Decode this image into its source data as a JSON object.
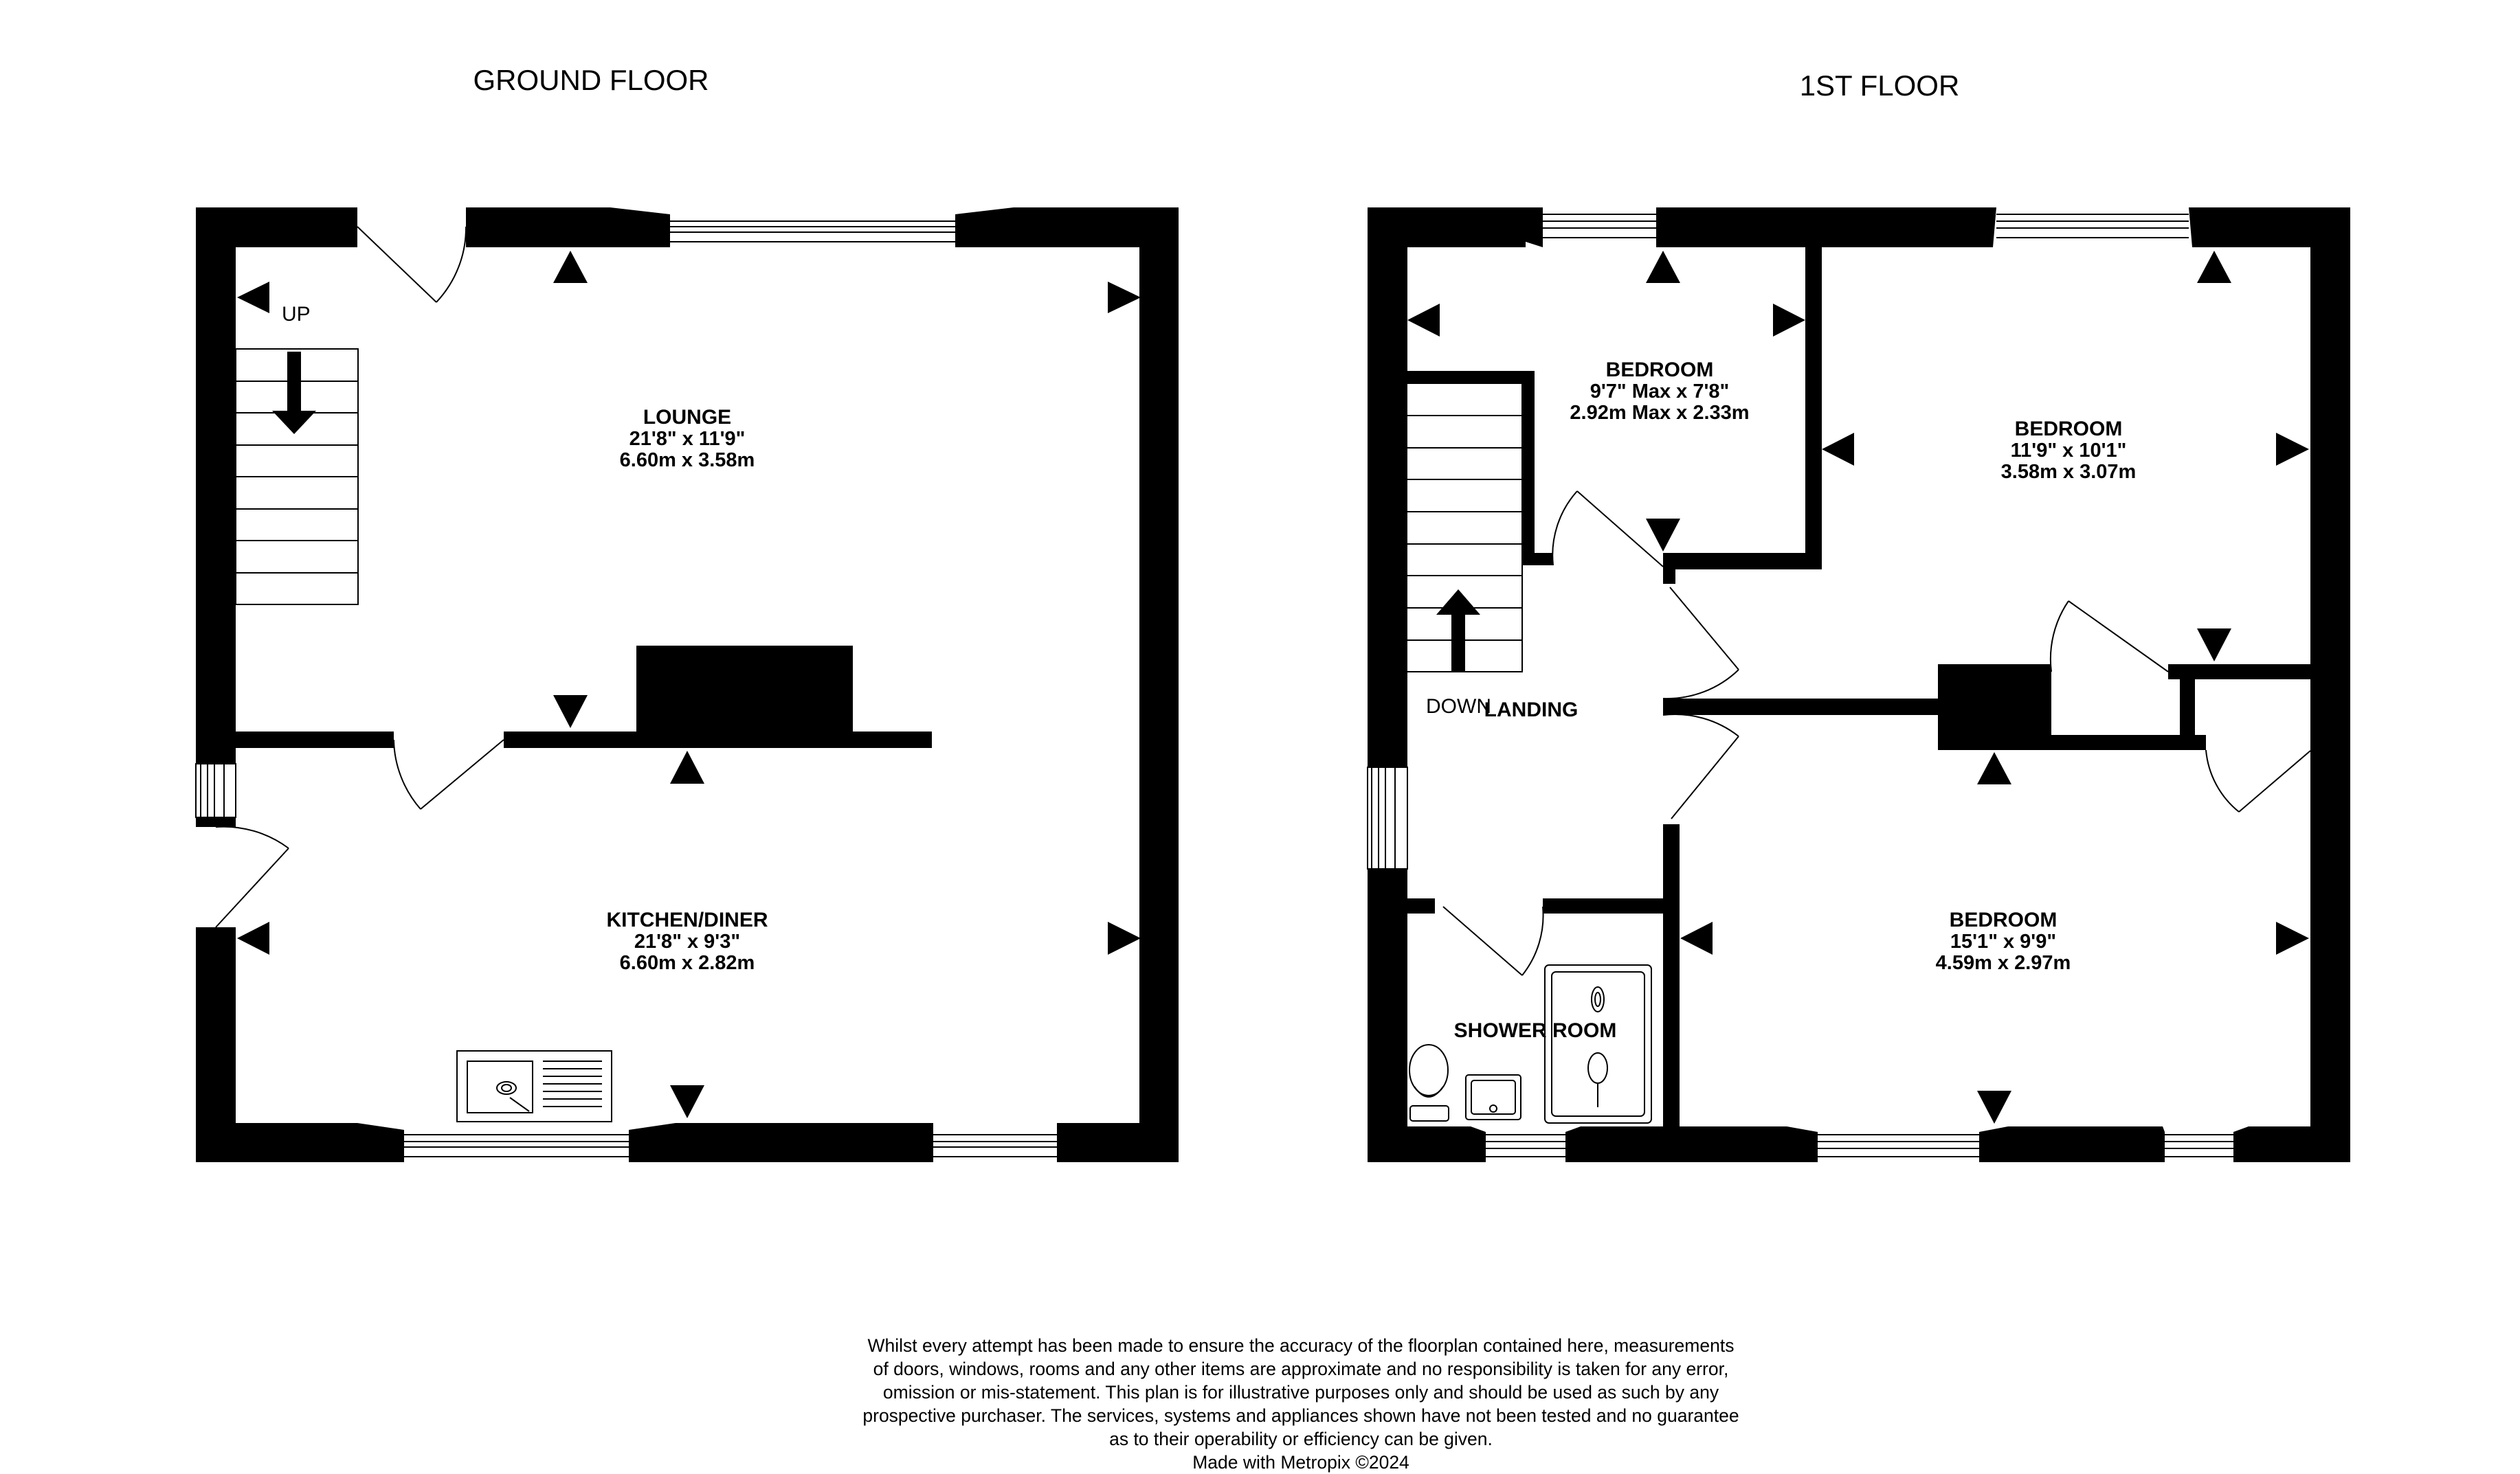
{
  "floors": {
    "ground": {
      "title": "GROUND FLOOR",
      "stair_label": "UP",
      "rooms": {
        "lounge": {
          "name": "LOUNGE",
          "imperial": "21'8\"  x 11'9\"",
          "metric": "6.60m  x 3.58m"
        },
        "kitchen": {
          "name": "KITCHEN/DINER",
          "imperial": "21'8\"  x 9'3\"",
          "metric": "6.60m  x 2.82m"
        }
      }
    },
    "first": {
      "title": "1ST FLOOR",
      "stair_label": "DOWN",
      "rooms": {
        "bedroom_small": {
          "name": "BEDROOM",
          "imperial": "9'7\" Max x 7'8\"",
          "metric": "2.92m Max x 2.33m"
        },
        "bedroom_right": {
          "name": "BEDROOM",
          "imperial": "11'9\"  x 10'1\"",
          "metric": "3.58m  x 3.07m"
        },
        "landing": {
          "name": "LANDING"
        },
        "shower": {
          "name": "SHOWER ROOM"
        },
        "bedroom_bottom": {
          "name": "BEDROOM",
          "imperial": "15'1\"  x 9'9\"",
          "metric": "4.59m  x 2.97m"
        }
      }
    }
  },
  "disclaimer": {
    "lines": [
      "Whilst every attempt has been made to ensure the accuracy of the floorplan contained here, measurements",
      "of doors, windows, rooms and any other items are approximate and no responsibility is taken for any error,",
      "omission or mis-statement. This plan is for illustrative purposes only and should be used as such by any",
      "prospective purchaser. The services, systems and appliances shown have not been tested and no guarantee",
      "as to their operability or efficiency can be given."
    ],
    "credit": "Made with Metropix ©2024"
  }
}
